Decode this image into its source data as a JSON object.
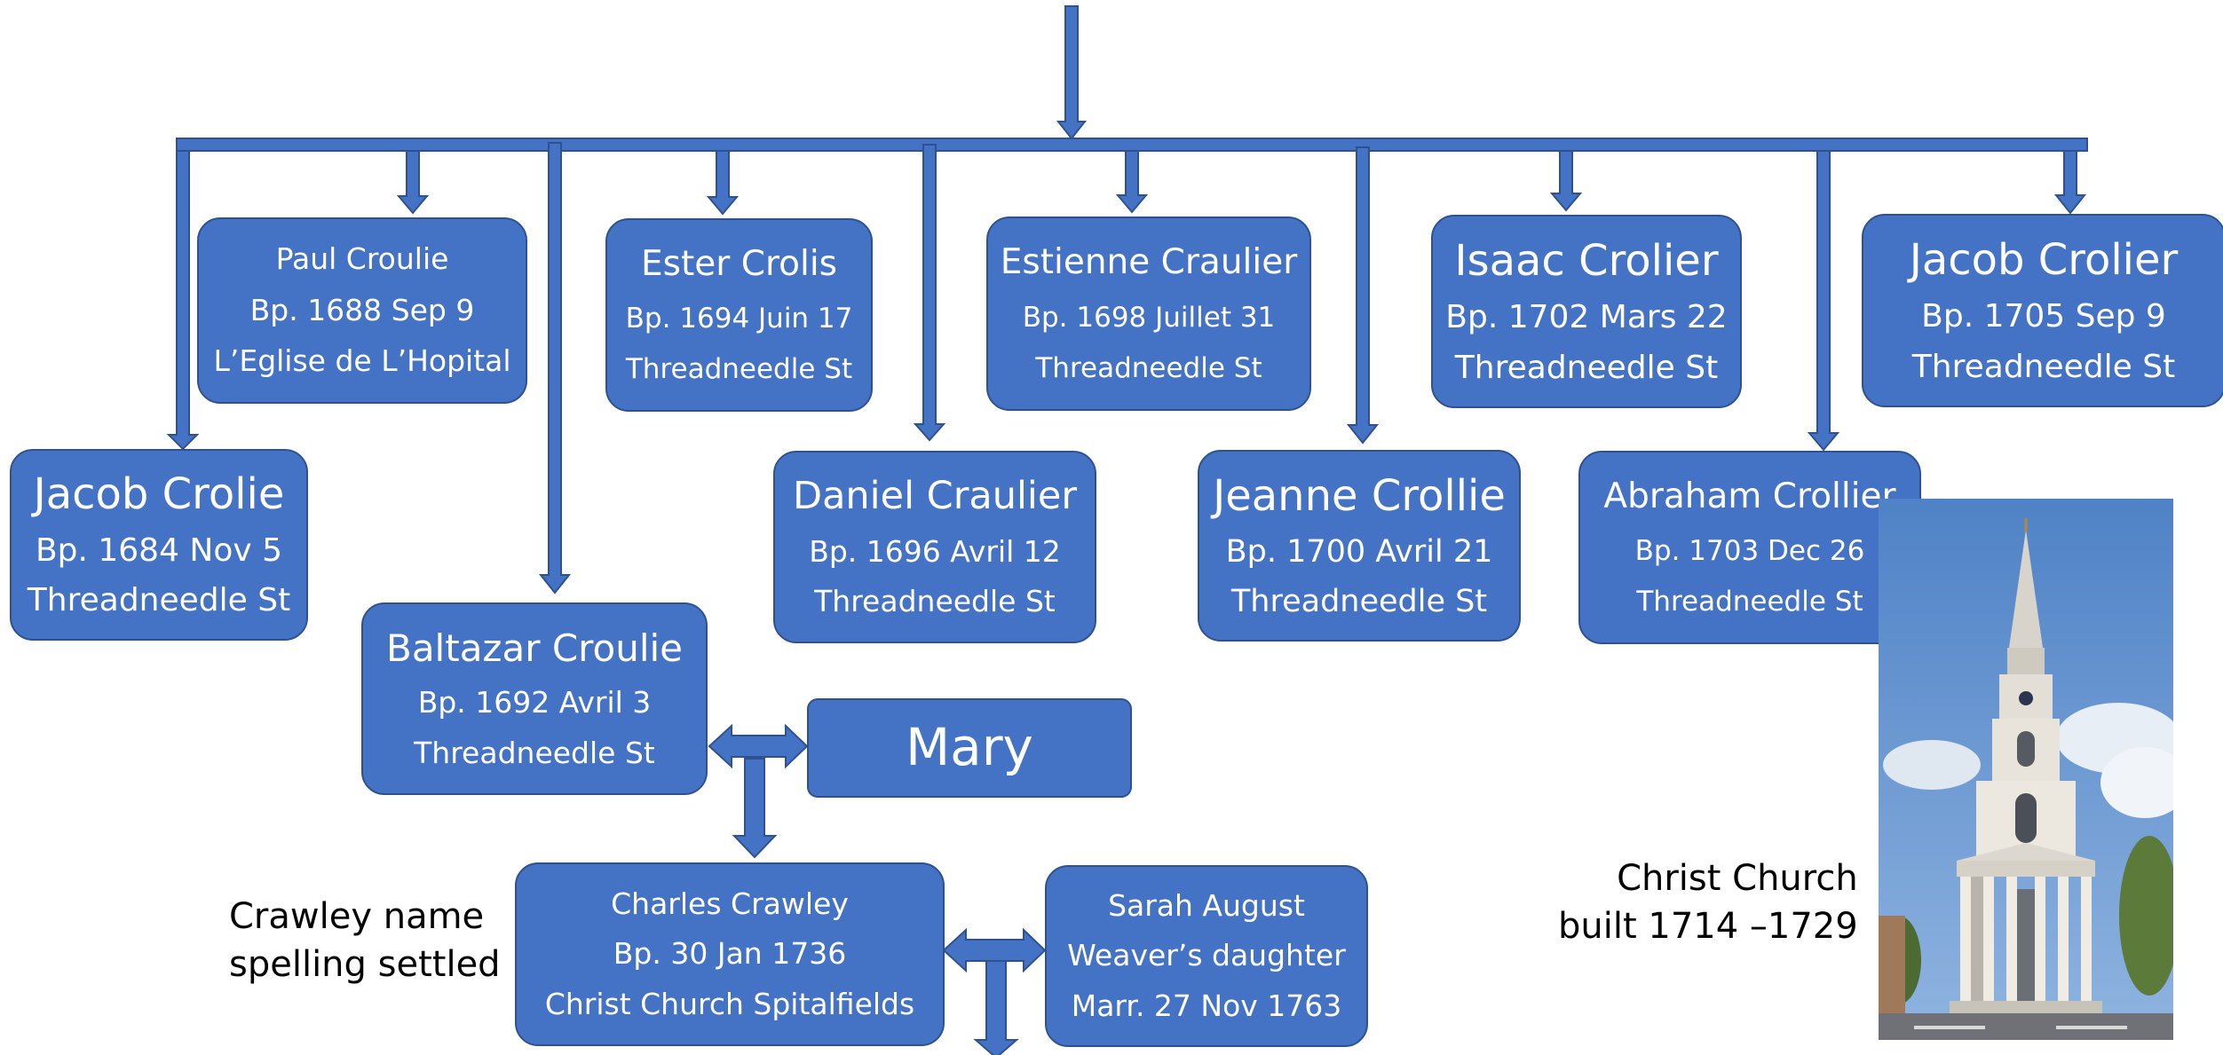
{
  "colors": {
    "box_fill": "#4472c4",
    "box_border": "#2f528f",
    "text_on_box": "#ffffff",
    "caption_text": "#000000"
  },
  "people": {
    "jacob_crolie": {
      "name": "Jacob Crolie",
      "line1": "Bp. 1684 Nov 5",
      "line2": "Threadneedle St"
    },
    "paul_croulie": {
      "name": "Paul Croulie",
      "line1": "Bp. 1688 Sep 9",
      "line2": "L’Eglise de L’Hopital"
    },
    "baltazar_croulie": {
      "name": "Baltazar Croulie",
      "line1": "Bp. 1692 Avril 3",
      "line2": "Threadneedle St"
    },
    "ester_crolis": {
      "name": "Ester Crolis",
      "line1": "Bp. 1694 Juin 17",
      "line2": "Threadneedle St"
    },
    "daniel_craulier": {
      "name": "Daniel Craulier",
      "line1": "Bp. 1696 Avril 12",
      "line2": "Threadneedle St"
    },
    "estienne_craulier": {
      "name": "Estienne Craulier",
      "line1": "Bp. 1698 Juillet 31",
      "line2": "Threadneedle St"
    },
    "jeanne_crollie": {
      "name": "Jeanne Crollie",
      "line1": "Bp. 1700 Avril 21",
      "line2": "Threadneedle St"
    },
    "isaac_crolier": {
      "name": "Isaac Crolier",
      "line1": "Bp. 1702 Mars 22",
      "line2": "Threadneedle St"
    },
    "abraham_crollier": {
      "name": "Abraham Crollier",
      "line1": "Bp. 1703 Dec 26",
      "line2": "Threadneedle St"
    },
    "jacob_crolier": {
      "name": "Jacob Crolier",
      "line1": "Bp. 1705 Sep 9",
      "line2": "Threadneedle St"
    },
    "mary": {
      "name": "Mary"
    },
    "charles_crawley": {
      "name": "Charles Crawley",
      "line1": "Bp. 30 Jan 1736",
      "line2": "Christ Church Spitalfields"
    },
    "sarah_august": {
      "name": "Sarah August",
      "line1": "Weaver’s daughter",
      "line2": "Marr. 27 Nov 1763"
    }
  },
  "captions": {
    "crawley_note": {
      "line1": "Crawley name",
      "line2": "spelling settled"
    },
    "church_note": {
      "line1": "Christ Church",
      "line2": "built 1714 –1729"
    }
  },
  "photo": {
    "subject": "Christ Church Spitalfields",
    "icon": "church-photo"
  }
}
